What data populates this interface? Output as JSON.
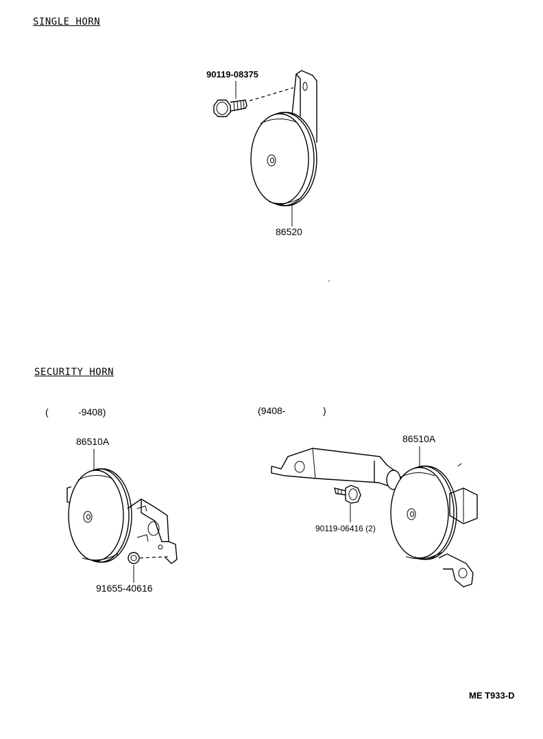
{
  "sections": {
    "single_horn_title": "SINGLE HORN",
    "security_horn_title": "SECURITY HORN"
  },
  "variants": {
    "left_range_open": "(",
    "left_range_end": "-9408)",
    "right_range_start": "(9408-",
    "right_range_close": ")"
  },
  "parts": {
    "single_bolt": "90119-08375",
    "single_horn": "86520",
    "security_horn_left": "86510A",
    "security_nut": "91655-40616",
    "security_horn_right": "86510A",
    "security_bolt": "90119-06416 (2)"
  },
  "footer": {
    "code": "ME  T933-D"
  }
}
